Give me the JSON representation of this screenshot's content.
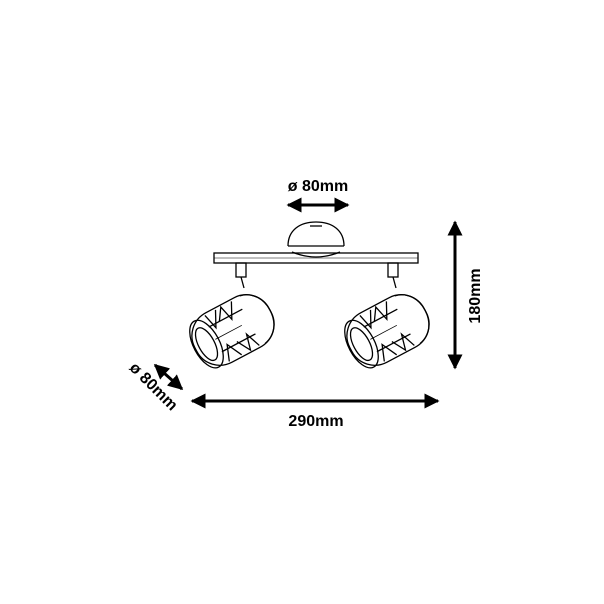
{
  "dimensions": {
    "canopy_diameter": "ø 80mm",
    "spot_diameter": "ø 80mm",
    "width": "290mm",
    "height": "180mm"
  },
  "colors": {
    "line": "#000000",
    "background": "#ffffff"
  }
}
